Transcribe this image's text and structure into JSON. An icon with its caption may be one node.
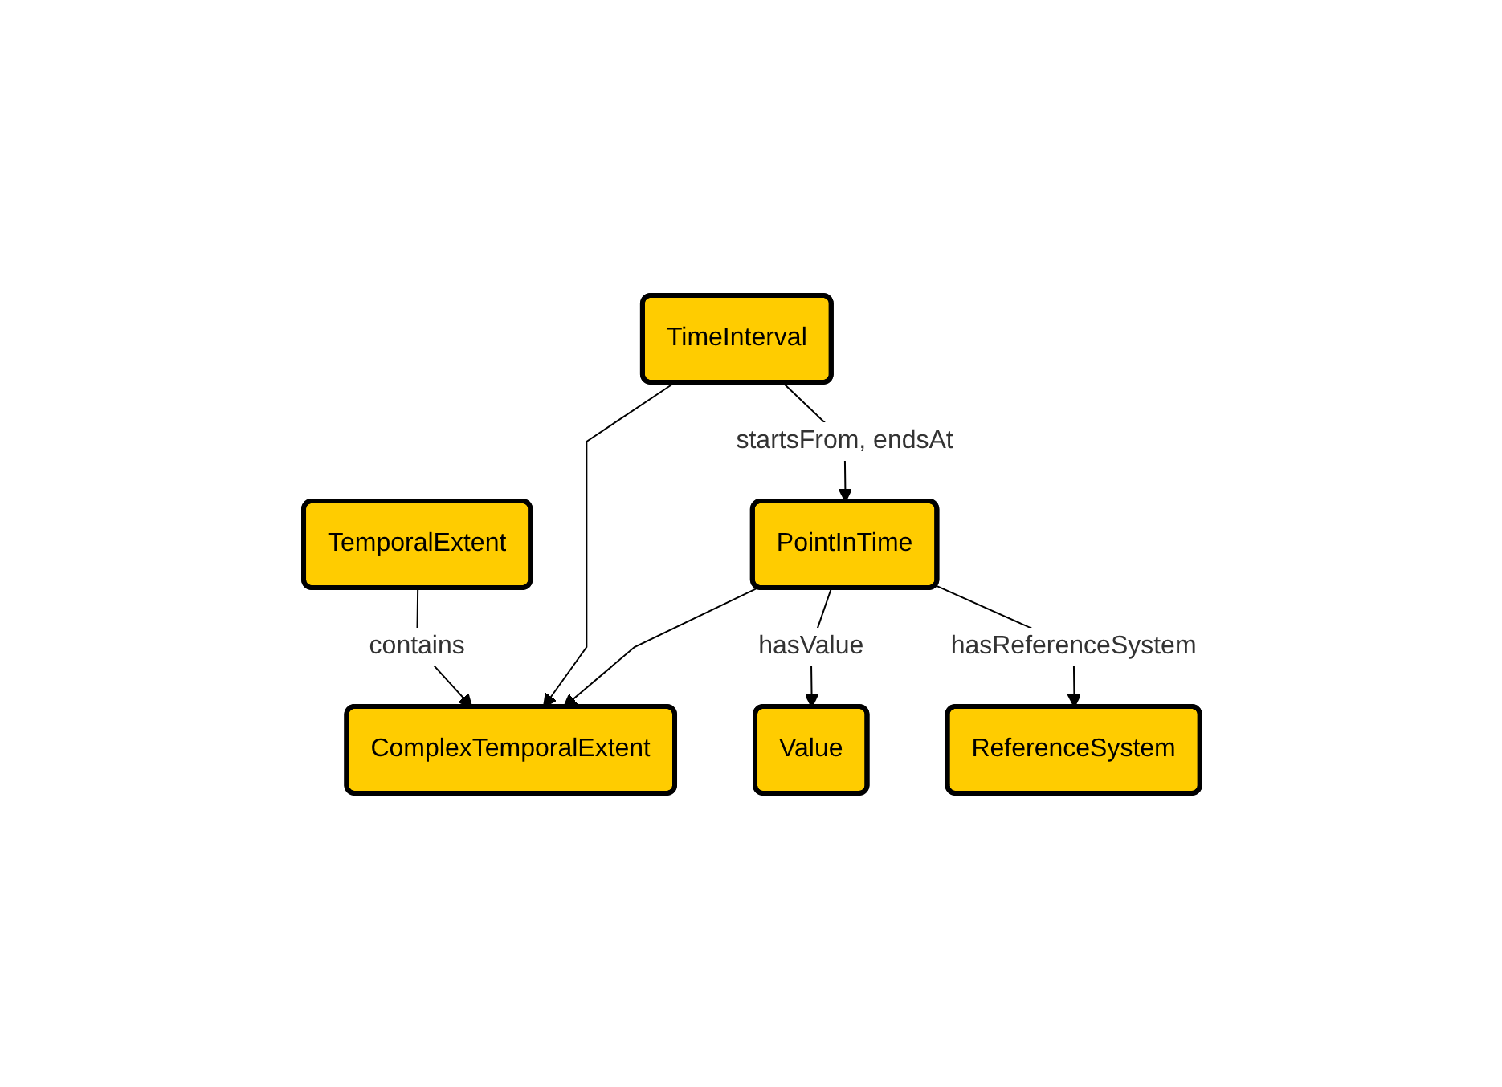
{
  "diagram": {
    "nodes": [
      {
        "text": [
          "TemporalExtent"
        ]
      },
      {
        "text": [
          "ComplexTemporalExtent"
        ]
      },
      {
        "text": [
          "TimeInterval"
        ]
      },
      {
        "text": [
          "PointInTime"
        ]
      },
      {
        "text": [
          "Value"
        ]
      },
      {
        "text": [
          "ReferenceSystem"
        ]
      }
    ],
    "edges": [
      {
        "from": 0,
        "to": 1,
        "arrow": "to",
        "label": "contains"
      },
      {
        "from": 2,
        "to": 1,
        "arrow": "to"
      },
      {
        "from": 2,
        "to": 3,
        "arrow": "to",
        "label": "startsFrom, endsAt"
      },
      {
        "from": 3,
        "to": 1,
        "arrow": "to"
      },
      {
        "from": 3,
        "to": 4,
        "arrow": "to",
        "label": "hasValue"
      },
      {
        "from": 3,
        "to": 5,
        "arrow": "to",
        "label": "hasReferenceSystem"
      }
    ]
  }
}
